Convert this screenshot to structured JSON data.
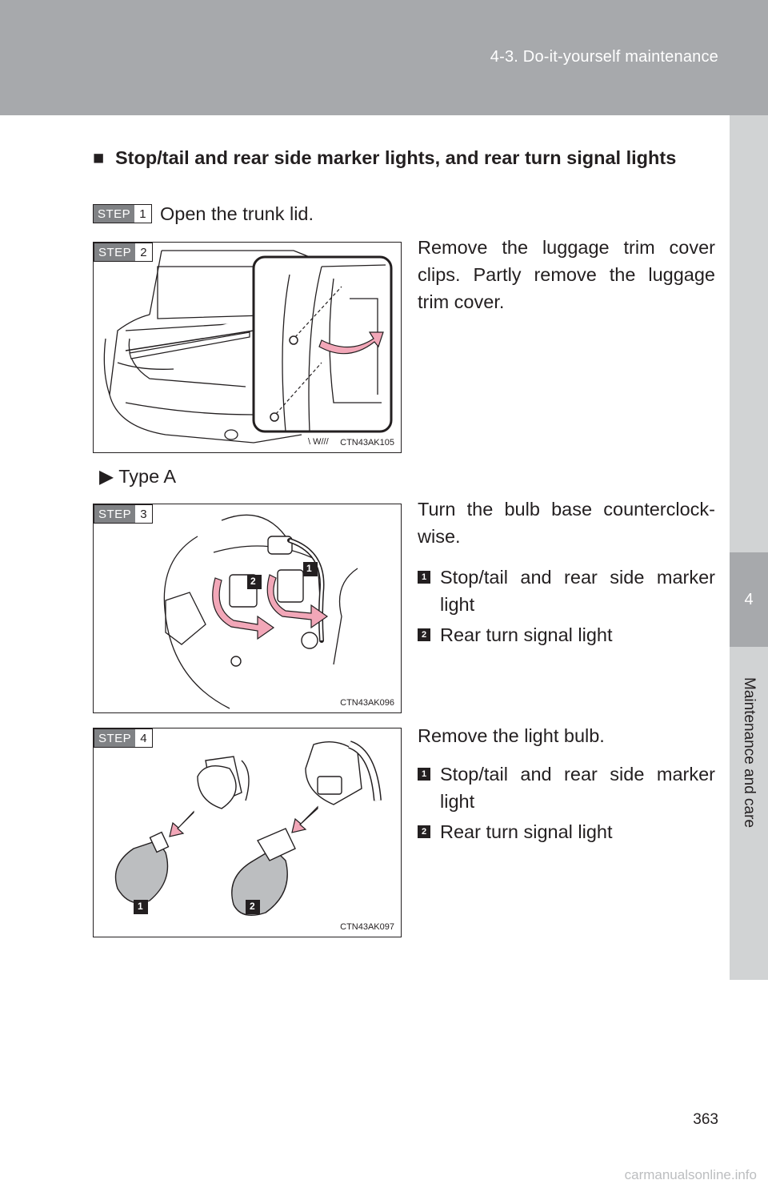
{
  "header": {
    "section": "4-3. Do-it-yourself maintenance"
  },
  "side_tab": {
    "number": "4",
    "label": "Maintenance and care"
  },
  "heading": {
    "bullet": "■",
    "text": "Stop/tail and rear side marker lights, and rear turn signal lights"
  },
  "steps": {
    "label": "STEP",
    "s1": {
      "num": "1",
      "text": "Open the trunk lid."
    },
    "s2": {
      "num": "2",
      "text": "Remove the luggage trim cover clips. Partly remove the luggage trim cover.",
      "figure_code": "CTN43AK105"
    },
    "type_a": {
      "arrow": "▶",
      "text": "Type A"
    },
    "s3": {
      "num": "3",
      "text": "Turn the bulb base counterclock-wise.",
      "items": [
        {
          "marker": "1",
          "text": "Stop/tail and rear side marker light"
        },
        {
          "marker": "2",
          "text": "Rear turn signal light"
        }
      ],
      "figure_code": "CTN43AK096"
    },
    "s4": {
      "num": "4",
      "text": "Remove the light bulb.",
      "items": [
        {
          "marker": "1",
          "text": "Stop/tail and rear side marker light"
        },
        {
          "marker": "2",
          "text": "Rear turn signal light"
        }
      ],
      "figure_code": "CTN43AK097"
    }
  },
  "figure_callouts": {
    "one": "1",
    "two": "2"
  },
  "page_number": "363",
  "watermark": "carmanualsonline.info",
  "colors": {
    "header": "#a7a9ac",
    "side_tab": "#d1d3d4",
    "arrow": "#f2a7b8",
    "step_label": "#808285"
  }
}
